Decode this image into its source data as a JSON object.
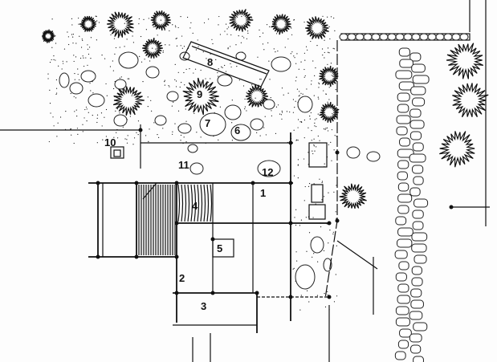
{
  "title": "Garden and house site plan sketch",
  "labels": {
    "l1": "1",
    "l2": "2",
    "l3": "3",
    "l4": "4",
    "l5": "5",
    "l6": "6",
    "l7": "7",
    "l8": "8",
    "l9": "9",
    "l10": "10",
    "l11": "11",
    "l12": "12"
  },
  "colors": {
    "ink": "#111111",
    "paper": "#fdfdfd"
  }
}
